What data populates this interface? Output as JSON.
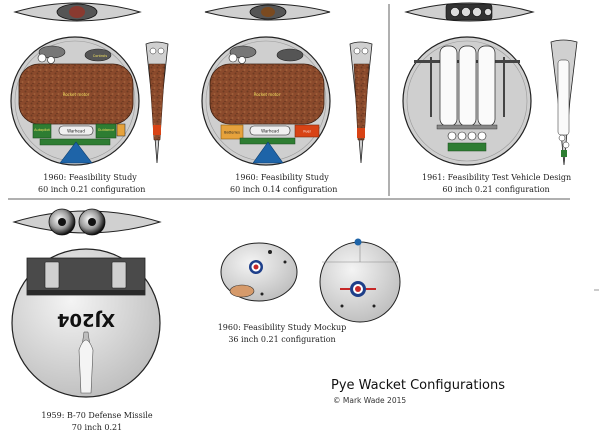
{
  "title": "Pye Wacket Configurations",
  "credit": "© Mark Wade 2015",
  "colors": {
    "hull": "#d7d7d7",
    "rocket_motor": "#8b4a2c",
    "electronics": "#2e7d32",
    "warhead": "#e8e8e8",
    "radar": "#1e64a8",
    "accent_red": "#d84315",
    "accent_orange": "#e6a23c",
    "tank_white": "#fafafa",
    "outline": "#222222"
  },
  "configs": [
    {
      "line1": "1960: Feasibility Study",
      "line2": "60 inch 0.21 configuration",
      "labels": {
        "motor": "Rocket motor",
        "warhead": "Warhead",
        "autopilot": "Autopilot",
        "controls": "Controls",
        "left_box": "Autopilot",
        "right_box": "Guidance"
      }
    },
    {
      "line1": "1960: Feasibility Study",
      "line2": "60 inch 0.14 configuration",
      "labels": {
        "motor": "Rocket motor",
        "warhead": "Warhead",
        "left_box": "Batteries",
        "right_box": "Fuel"
      }
    },
    {
      "line1": "1961: Feasibility Test Vehicle Design",
      "line2": "60 inch 0.21 configuration"
    },
    {
      "line1": "1959: B-70 Defense Missile",
      "line2": "70 inch 0.21",
      "marking": "XJ204"
    },
    {
      "line1": "1960: Feasibility Study Mockup",
      "line2": "36 inch 0.21 configuration"
    }
  ]
}
